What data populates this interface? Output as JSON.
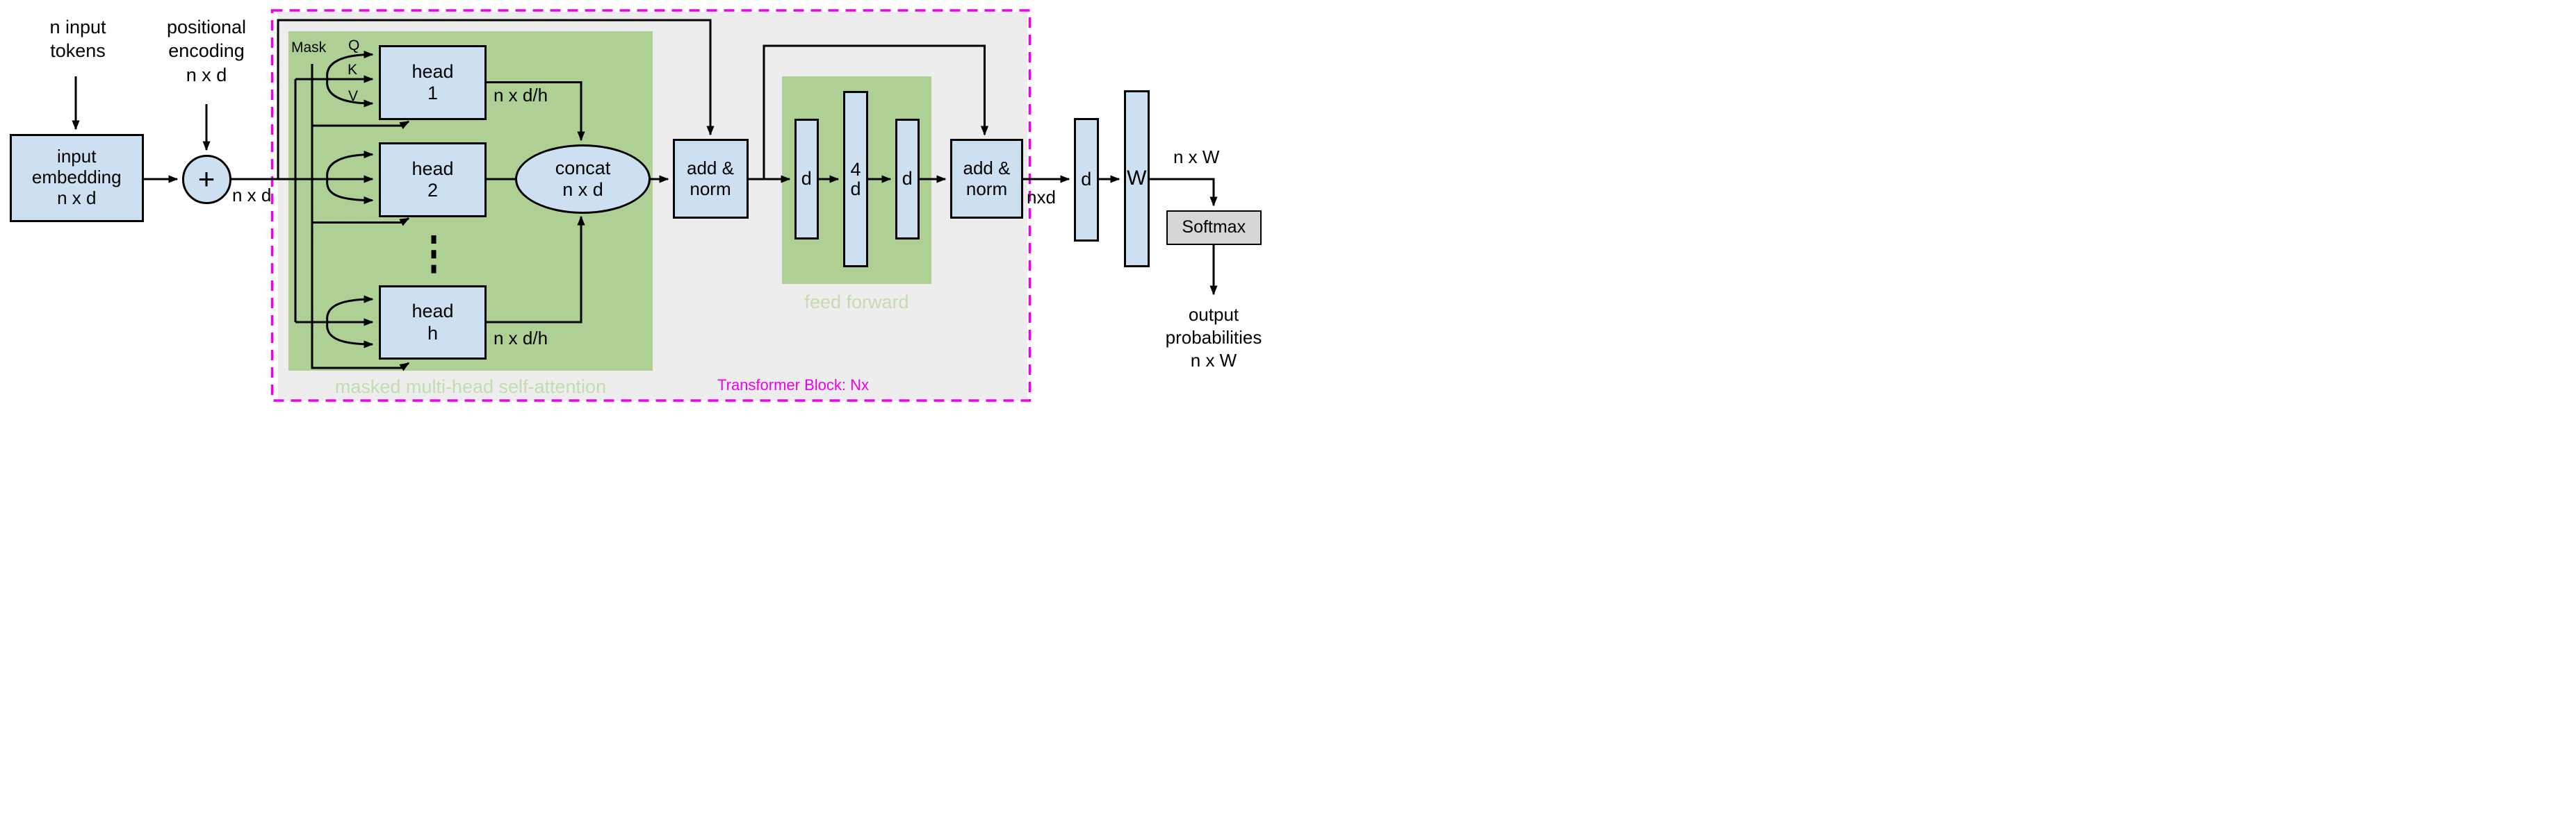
{
  "colors": {
    "bg": "#ffffff",
    "block-gray": "#ededed",
    "green": "#aed094",
    "green-caption": "#c2dcb0",
    "blue": "#cde0f2",
    "softmax-gray": "#d6d6d6",
    "magenta": "#ee00ee",
    "line": "#000000"
  },
  "input": {
    "tokens_label": "n input\ntokens",
    "embedding_box": "input\nembedding\nn x d",
    "positional_label": "positional\nencoding\nn x d",
    "plus_sign": "+",
    "nxd_label": "n x d"
  },
  "attention": {
    "caption": "masked multi-head self-attention",
    "mask_label": "Mask",
    "q_label": "Q",
    "k_label": "K",
    "v_label": "V",
    "head_1": "head\n1",
    "head_2": "head\n2",
    "head_h": "head\nh",
    "nxdh_top": "n x d/h",
    "nxdh_bottom": "n x d/h",
    "concat": "concat\nn x d"
  },
  "block": {
    "caption": "Transformer Block: Nx",
    "add_norm_1": "add &\nnorm",
    "add_norm_2": "add &\nnorm"
  },
  "feed_forward": {
    "caption": "feed forward",
    "d_in": "d",
    "hidden": "4\nd",
    "d_out": "d"
  },
  "output": {
    "nxd_label": "nxd",
    "d_box": "d",
    "w_box": "W",
    "nxw_label": "n x W",
    "softmax": "Softmax",
    "final_label": "output\nprobabilities\nn x W"
  }
}
